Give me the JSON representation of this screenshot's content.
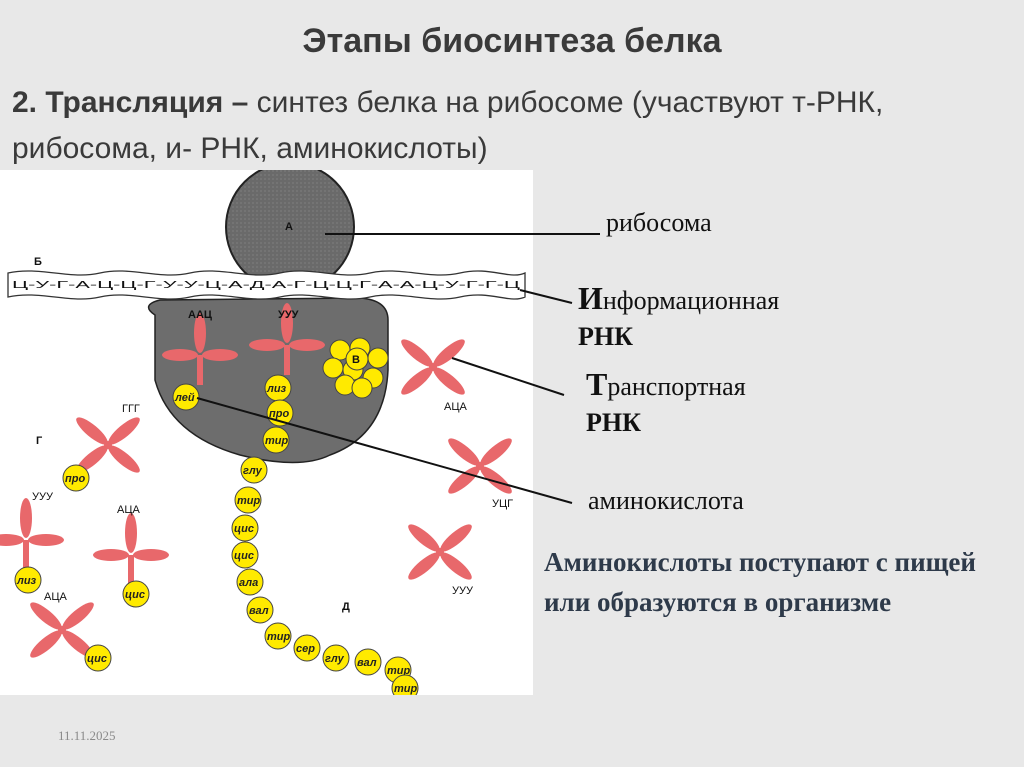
{
  "title": "Этапы биосинтеза белка",
  "subtitle": {
    "bold_part": "2. Трансляция –",
    "rest": " синтез белка на рибосоме (участвуют т-РНК, рибосома, и- РНК, аминокислоты)"
  },
  "labels": {
    "ribosome": "рибосома",
    "mrna_initial": "И",
    "mrna_rest": "нформационная",
    "mrna_line2": "РНК",
    "trna_initial": "Т",
    "trna_rest": "ранспортная",
    "trna_line2": "РНК",
    "amino_acid": "аминокислота"
  },
  "note": "Аминокислоты поступают с пищей или образуются в организме",
  "date": "11.11.2025",
  "diagram": {
    "letters": {
      "a": "А",
      "b": "Б",
      "v": "В",
      "g": "Г",
      "d": "Д"
    },
    "mrna_sequence": "Ц-У-Г-А-Ц-Ц-Г-У-У-Ц-А-Д-А-Г-Ц-Ц-Г-А-А-Ц-У-Г-Г-Ц",
    "codons": {
      "ribo_left": "ААЦ",
      "ribo_right": "УУУ",
      "ggg": "ГГГ",
      "uuu_left": "УУУ",
      "aca_mid": "АЦА",
      "aca_low": "АЦА",
      "aca_right": "АЦА",
      "ucg": "УЦГ",
      "uuu_right": "УУУ"
    },
    "amino_acids": {
      "lei": "лей",
      "pro_free": "про",
      "liz_free": "лиз",
      "cis_free": "цис",
      "cis_low": "цис",
      "chain": [
        "лиз",
        "про",
        "тир",
        "глу",
        "тир",
        "цис",
        "цис",
        "ала",
        "вал",
        "тир",
        "сер",
        "глу",
        "вал",
        "тир",
        "тир"
      ]
    }
  },
  "colors": {
    "ribosome": "#666666",
    "trna": "#e8686b",
    "amino": "#ffea00",
    "text": "#3a3a3a",
    "note": "#2e3a4a"
  }
}
